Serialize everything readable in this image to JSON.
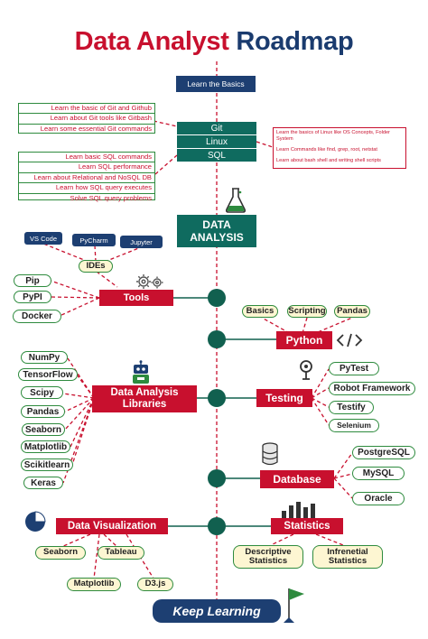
{
  "title": {
    "part1": "Data Analyst",
    "part2": "Roadmap"
  },
  "basics": {
    "label": "Learn the Basics",
    "git": {
      "label": "Git",
      "notes": [
        "Learn the basic of Git and Github",
        "Learn about Git tools like Gitbash",
        "Learn some essential Git commands"
      ]
    },
    "linux": {
      "label": "Linux",
      "notes": [
        "Learn the basics of Linux like OS Concepts, Folder System",
        "Learn Commands like find, grep, root, netstat",
        "Learn about bash shell and writing shell scripts"
      ]
    },
    "sql": {
      "label": "SQL",
      "notes": [
        "Learn basic SQL commands",
        "Learn SQL performance",
        "Learn about Relational and NoSQL DB",
        "Learn how SQL query executes",
        "Solve SQL query problems"
      ]
    }
  },
  "data_analysis": {
    "line1": "DATA",
    "line2": "ANALYSIS"
  },
  "ides": {
    "label": "IDEs",
    "items": [
      "VS Code",
      "PyCharm",
      "Jupyter"
    ]
  },
  "tools": {
    "label": "Tools",
    "items": [
      "Pip",
      "PyPI",
      "Docker"
    ]
  },
  "python": {
    "label": "Python",
    "items": [
      "Basics",
      "Scripting",
      "Pandas"
    ]
  },
  "libraries": {
    "line1": "Data Analysis",
    "line2": "Libraries",
    "items": [
      "NumPy",
      "TensorFlow",
      "Scipy",
      "Pandas",
      "Seaborn",
      "Matplotlib",
      "Scikitlearn",
      "Keras"
    ]
  },
  "testing": {
    "label": "Testing",
    "items": [
      "PyTest",
      "Robot Framework",
      "Testify",
      "Selenium"
    ]
  },
  "database": {
    "label": "Database",
    "items": [
      "PostgreSQL",
      "MySQL",
      "Oracle"
    ]
  },
  "visualization": {
    "label": "Data Visualization",
    "items": [
      "Seaborn",
      "Tableau",
      "Matplotlib",
      "D3.js"
    ]
  },
  "statistics": {
    "label": "Statistics",
    "items": [
      [
        "Descriptive",
        "Statistics"
      ],
      [
        "Infrenetial",
        "Statistics"
      ]
    ]
  },
  "keep_learning": {
    "label": "Keep Learning"
  },
  "colors": {
    "red": "#c8102e",
    "navy": "#1d3f72",
    "teal": "#0f6b5f",
    "green": "#2e8b3e",
    "dot": "#11604f",
    "pale_yellow": "#fdf6d2"
  }
}
